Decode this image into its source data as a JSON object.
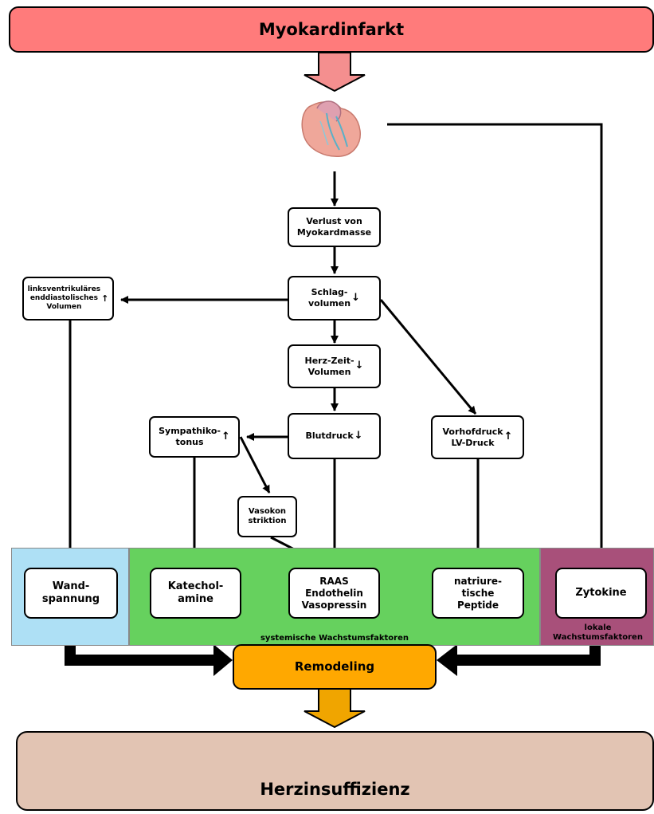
{
  "title": "Myokardinfarkt",
  "bottom": "Herzinsuffizienz",
  "remodeling": "Remodeling",
  "nodes": {
    "verlust": "Verlust von\nMyokardmasse",
    "schlag": "Schlag-\nvolumen",
    "hzv": "Herz-Zeit-\nVolumen",
    "blutdruck": "Blutdruck",
    "vorhof": "Vorhofdruck\nLV-Druck",
    "sympathiko": "Sympathiko-\ntonus",
    "vasokon": "Vasokon\nstriktion",
    "lved": "linksventrikuläres\nenddiastolisches\nVolumen"
  },
  "factors": {
    "wand": "Wand-\nspannung",
    "katechol": "Katechol-\namine",
    "raas": "RAAS\nEndothelin\nVasopressin",
    "natri": "natriure-\ntische\nPeptide",
    "zytokine": "Zytokine"
  },
  "regions": {
    "systemic": "systemische Wachstumsfaktoren",
    "local": "lokale\nWachstumsfaktoren"
  },
  "symbols": {
    "up": "↑",
    "down": "↓"
  },
  "colors": {
    "title_fill": "#ff7b7b",
    "title_arrow": "#f48f8f",
    "bottom_fill": "#e2c4b3",
    "remodel_fill": "#ffa800",
    "remodel_arrow": "#f0a500",
    "region_blue": "#aee0f5",
    "region_green": "#66d15e",
    "region_purple": "#a8507a"
  },
  "icons": {
    "heart": "heart-icon"
  }
}
